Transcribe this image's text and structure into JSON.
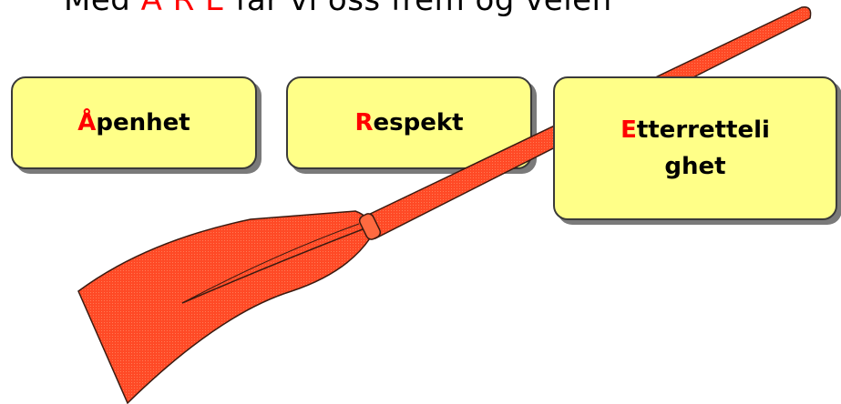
{
  "title": {
    "prefix": "Med ",
    "accent": "Å R E",
    "suffix": " får vi oss frem og velen"
  },
  "cards": [
    {
      "first_letter": "Å",
      "rest": "penhet"
    },
    {
      "first_letter": "R",
      "rest": "espekt"
    },
    {
      "first_letter": "E",
      "line1_rest": "tterretteli",
      "line2": "ghet"
    }
  ],
  "colors": {
    "accent": "#ff0000",
    "card_fill": "#ffff88",
    "oar": "#ff4a26"
  },
  "icons": {
    "oar": "oar-illustration"
  }
}
